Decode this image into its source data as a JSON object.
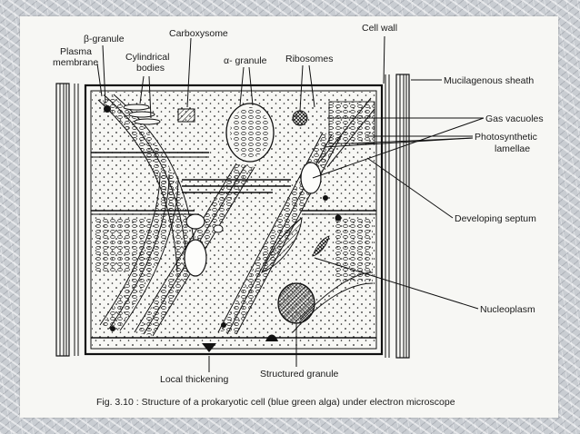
{
  "labels": {
    "beta_granule": "β-granule",
    "carboxysome": "Carboxysome",
    "cell_wall": "Cell wall",
    "plasma_membrane_1": "Plasma",
    "plasma_membrane_2": "membrane",
    "cylindrical_1": "Cylindrical",
    "cylindrical_2": "bodies",
    "alpha_granule": "α- granule",
    "ribosomes": "Ribosomes",
    "mucilagenous_sheath": "Mucilagenous sheath",
    "gas_vacuoles": "Gas vacuoles",
    "photosynthetic_1": "Photosynthetic",
    "photosynthetic_2": "lamellae",
    "developing_septum": "Developing septum",
    "nucleoplasm": "Nucleoplasm",
    "local_thickening": "Local thickening",
    "structured_granule": "Structured granule"
  },
  "caption": "Fig. 3.10 : Structure of a prokaryotic cell (blue green alga) under electron microscope"
}
